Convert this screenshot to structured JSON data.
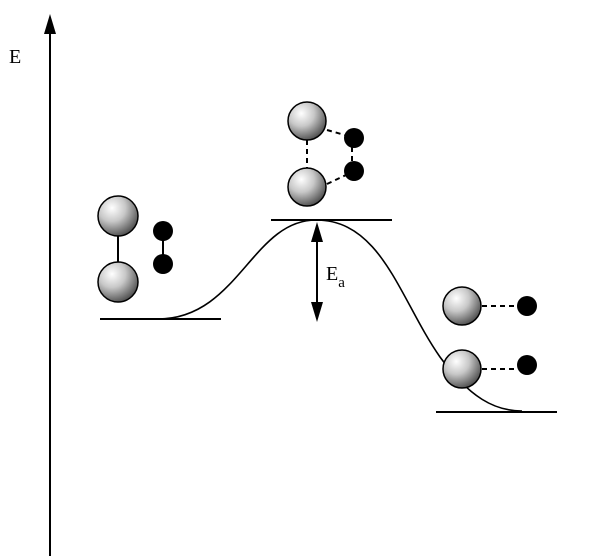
{
  "axis": {
    "label": "E"
  },
  "activation": {
    "label_main": "E",
    "label_sub": "a"
  },
  "colors": {
    "ink": "#000000",
    "background": "#ffffff",
    "atom_light": "#ffffff",
    "atom_dark": "#4a4a4a"
  }
}
